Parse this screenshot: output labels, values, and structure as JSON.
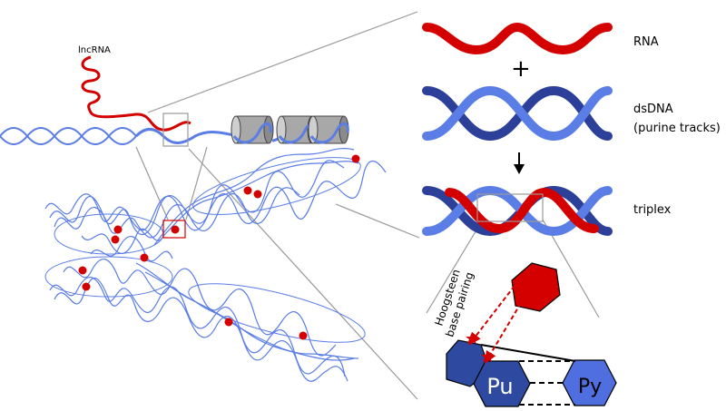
{
  "labels": {
    "lncrna": "lncRNA",
    "rna": "RNA",
    "plus": "+",
    "dsdna": "dsDNA",
    "dsdna_sub": "(purine tracks)",
    "triplex": "triplex",
    "hoogsteen_line1": "Hoogsteen",
    "hoogsteen_line2": "base pairing",
    "pu": "Pu",
    "py": "Py"
  },
  "colors": {
    "rna": "#d40000",
    "dna": "#5a7de6",
    "dna_dark": "#2c3f99",
    "histone": "#9a9a9a",
    "hex_dark": "#2d4aa0",
    "hex_light": "#4f6fe0"
  }
}
